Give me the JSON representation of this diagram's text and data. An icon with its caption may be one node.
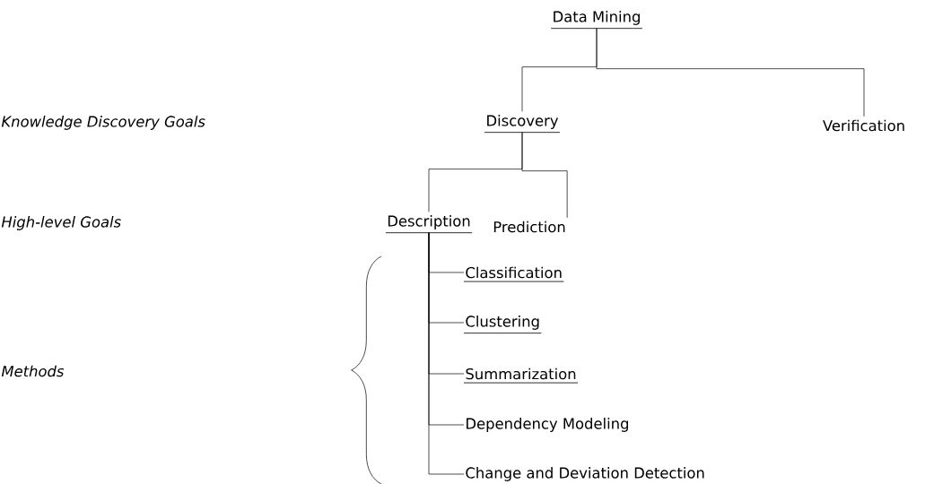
{
  "diagram": {
    "nodes": [
      {
        "text": [
          "Data Mining"
        ]
      },
      {
        "text": [
          "Discovery"
        ]
      },
      {
        "text": [
          "Verification"
        ]
      },
      {
        "text": [
          "Description"
        ]
      },
      {
        "text": [
          "Prediction"
        ]
      },
      {
        "text": [
          "Classification"
        ]
      },
      {
        "text": [
          "Clustering"
        ]
      },
      {
        "text": [
          "Summarization"
        ]
      },
      {
        "text": [
          "Dependency Modeling"
        ]
      },
      {
        "text": [
          "Change and Deviation Detection"
        ]
      }
    ],
    "edges": [
      {
        "from": 0,
        "to": 1,
        "arrow": "none"
      },
      {
        "from": 0,
        "to": 2,
        "arrow": "none"
      },
      {
        "from": 1,
        "to": 3,
        "arrow": "none"
      },
      {
        "from": 1,
        "to": 4,
        "arrow": "none"
      },
      {
        "from": 3,
        "to": 5,
        "arrow": "none"
      },
      {
        "from": 3,
        "to": 6,
        "arrow": "none"
      },
      {
        "from": 3,
        "to": 7,
        "arrow": "none"
      },
      {
        "from": 3,
        "to": 8,
        "arrow": "none"
      },
      {
        "from": 3,
        "to": 9,
        "arrow": "none"
      }
    ],
    "labels": [
      "Knowledge Discovery Goals",
      "High-level Goals",
      "Methods"
    ]
  }
}
